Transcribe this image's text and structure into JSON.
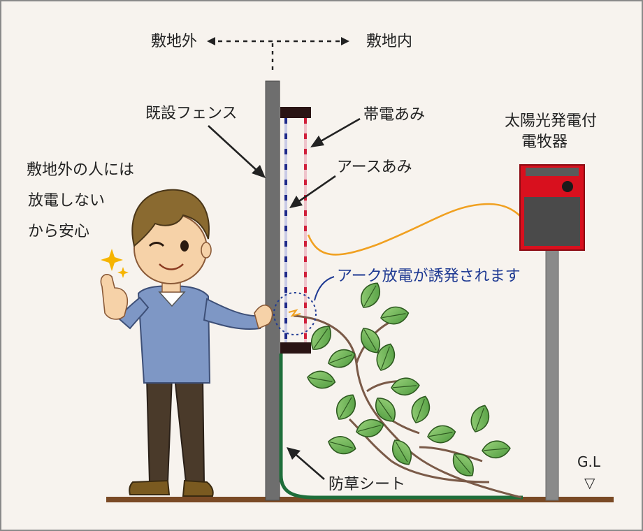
{
  "labels": {
    "outside": "敷地外",
    "inside": "敷地内",
    "existing_fence": "既設フェンス",
    "charged_mesh": "帯電あみ",
    "earth_mesh": "アースあみ",
    "charger_line1": "太陽光発電付",
    "charger_line2": "電牧器",
    "arc_note": "アーク放電が誘発されます",
    "weed_sheet": "防草シート",
    "ground_level": "G.L",
    "ground_symbol": "▽",
    "speech": [
      "敷地外の人には",
      "放電しない",
      "から安心"
    ]
  },
  "colors": {
    "background": "#f7f3ee",
    "frame": "#8a8a8a",
    "fence_post": "#6e6e6e",
    "ground": "#7a4a25",
    "charged_mesh": "#d0203a",
    "earth_mesh": "#1e2a8a",
    "wire": "#f0a020",
    "charger_red": "#d8101e",
    "charger_panel": "#4a4a4a",
    "weed_sheet": "#1e6e3a",
    "leaf": "#5aa84a",
    "arc_circle": "#1f3a93"
  }
}
